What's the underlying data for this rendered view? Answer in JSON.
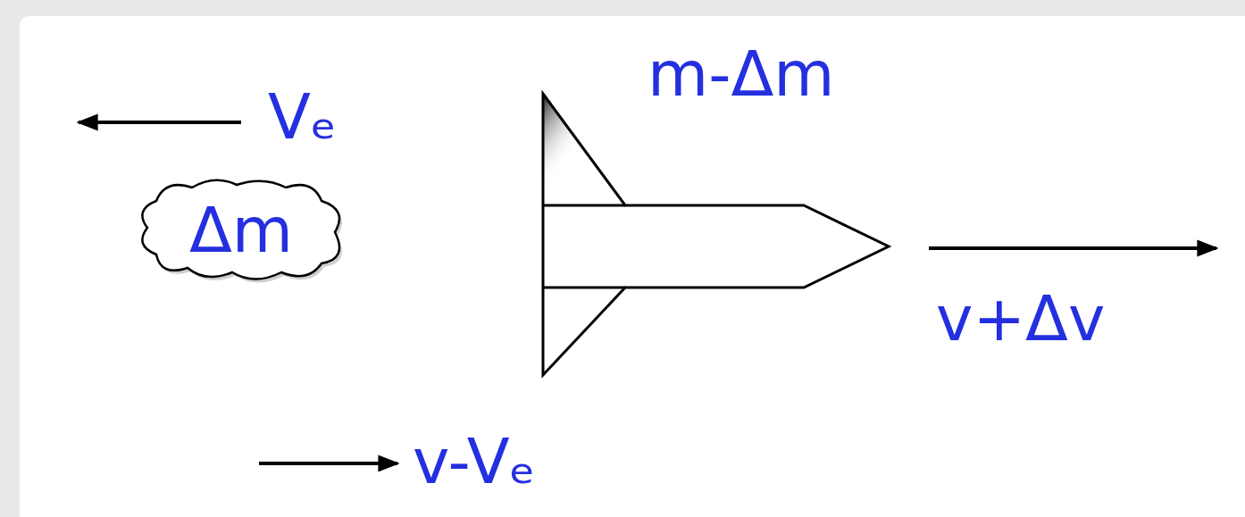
{
  "diagram": {
    "nodes": [
      {
        "text": [
          "Δm"
        ]
      },
      {
        "text": [
          "m-Δm"
        ]
      }
    ],
    "labels": [
      "Vₑ",
      "v+Δv",
      "v-Vₑ"
    ]
  }
}
